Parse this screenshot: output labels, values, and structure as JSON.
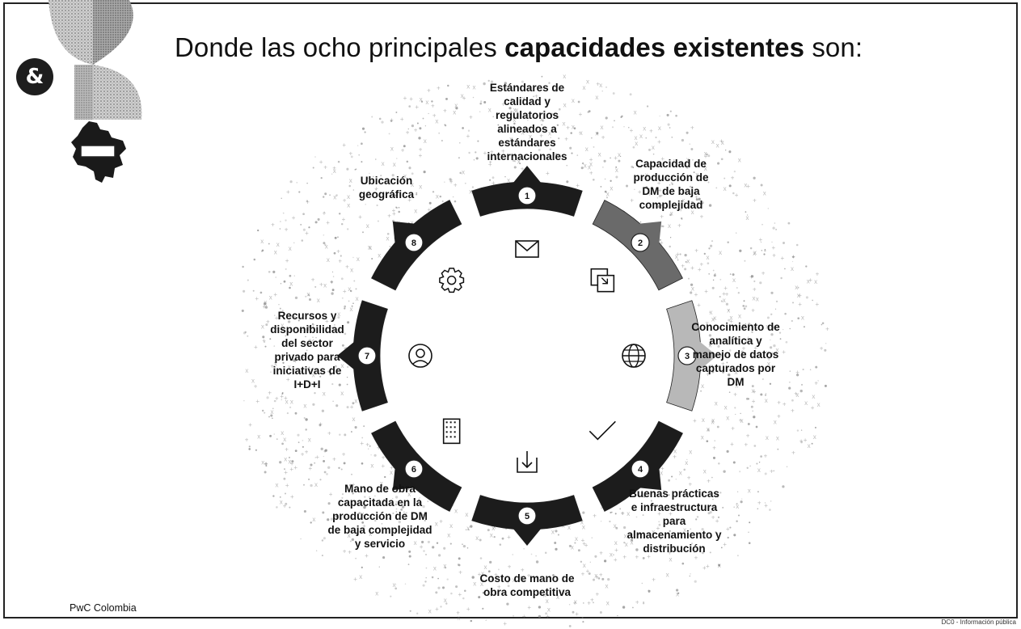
{
  "slide": {
    "title_prefix": "Donde las ocho principales",
    "title_bold": "capacidades existentes",
    "title_suffix": "son:",
    "badge": "&",
    "footer_left": "PwC Colombia",
    "footer_right": "DC0 - Información pública"
  },
  "capabilities": [
    {
      "number": "1",
      "icon": "mail-icon",
      "lines": [
        "Estándares de",
        "calidad y",
        "regulatorios",
        "alineados a",
        "estándares",
        "internacionales"
      ]
    },
    {
      "number": "2",
      "icon": "copy-icon",
      "lines": [
        "Capacidad de",
        "producción de",
        "DM de baja",
        "complejidad"
      ]
    },
    {
      "number": "3",
      "icon": "globe-icon",
      "lines": [
        "Conocimiento de",
        "analítica y",
        "manejo de datos",
        "capturados por",
        "DM"
      ]
    },
    {
      "number": "4",
      "icon": "checkmark-icon",
      "lines": [
        "Buenas prácticas",
        "e infraestructura",
        "para",
        "almacenamiento y",
        "distribución"
      ]
    },
    {
      "number": "5",
      "icon": "download-icon",
      "lines": [
        "Costo de mano de",
        "obra competitiva"
      ]
    },
    {
      "number": "6",
      "icon": "building-icon",
      "lines": [
        "Mano de obra",
        "capacitada en la",
        "producción de DM",
        "de baja complejidad",
        "y servicio"
      ]
    },
    {
      "number": "7",
      "icon": "user-icon",
      "lines": [
        "Recursos y",
        "disponibilidad",
        "del sector",
        "privado para",
        "iniciativas de",
        "I+D+I"
      ]
    },
    {
      "number": "8",
      "icon": "gear-icon",
      "lines": [
        "Ubicación",
        "geográfica"
      ]
    }
  ],
  "colors": {
    "segment_dark": "#1c1c1c",
    "segment_grey": "#6a6a6a",
    "segment_light": "#b8b8b8",
    "noise": "#8a8a8a"
  }
}
